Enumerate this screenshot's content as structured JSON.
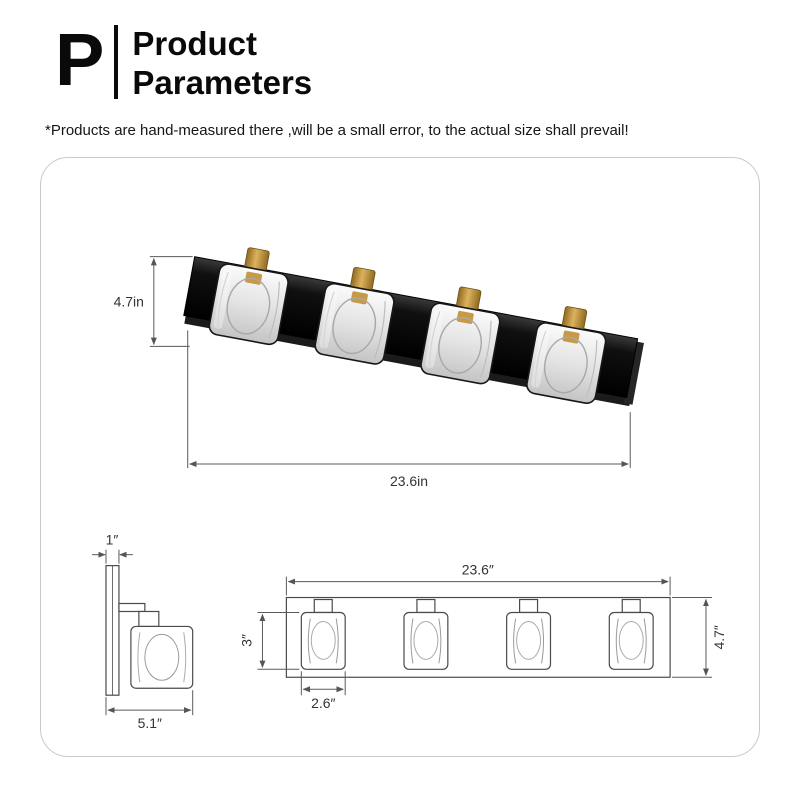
{
  "header": {
    "monogram": "P",
    "title_line1": "Product",
    "title_line2": "Parameters"
  },
  "disclaimer": "*Products are hand-measured there ,will be a small error, to the actual size shall prevail!",
  "photo": {
    "height_label": "4.7in",
    "width_label": "23.6in"
  },
  "side_view": {
    "plate_depth_label": "1″",
    "total_depth_label": "5.1″"
  },
  "front_view": {
    "width_label": "23.6″",
    "shade_height_label": "3″",
    "total_height_label": "4.7″",
    "shade_width_label": "2.6″"
  },
  "colors": {
    "bar_black": "#0b0b0b",
    "brass_gold": "#c59a46",
    "dimension_line": "#555555",
    "panel_border": "#c9c9c9"
  }
}
